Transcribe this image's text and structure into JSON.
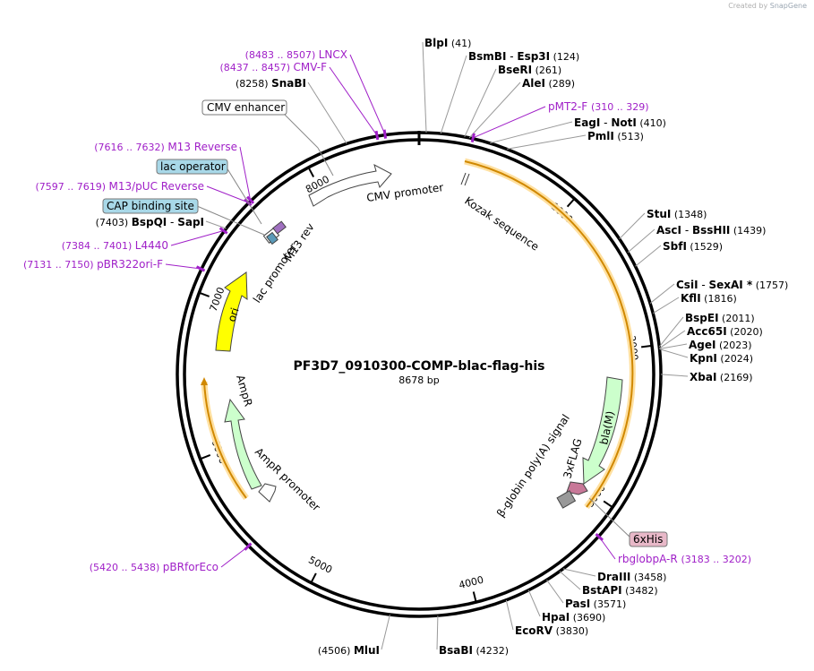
{
  "credit": {
    "prefix": "Created by",
    "brand": "SnapGene"
  },
  "plasmid": {
    "name": "PF3D7_0910300-COMP-blac-flag-his",
    "length_label": "8678 bp"
  },
  "colors": {
    "primer": "#a020c8",
    "feature_outline": "#555555",
    "cmv": "#ffffff",
    "ori": "#ffff00",
    "ampr": "#ccffcc",
    "kozak": "#e8a000",
    "label_box_blue": "#a8d8e8",
    "his_box": "#e8b8c8"
  },
  "ticks": [
    {
      "bp": 1000,
      "label": "1000"
    },
    {
      "bp": 2000,
      "label": "2000"
    },
    {
      "bp": 3000,
      "label": "3000"
    },
    {
      "bp": 4000,
      "label": "4000"
    },
    {
      "bp": 5000,
      "label": "5000"
    },
    {
      "bp": 6000,
      "label": "6000"
    },
    {
      "bp": 7000,
      "label": "7000"
    },
    {
      "bp": 8000,
      "label": "8000"
    }
  ],
  "sites": [
    {
      "name": "BlpI",
      "pos": "(41)",
      "bp": 41
    },
    {
      "name": "BsmBI",
      "name2": "Esp3I",
      "pos": "(124)",
      "bp": 124
    },
    {
      "name": "BseRI",
      "pos": "(261)",
      "bp": 261
    },
    {
      "name": "AleI",
      "pos": "(289)",
      "bp": 289
    },
    {
      "name": "EagI",
      "name2": "NotI",
      "pos": "(410)",
      "bp": 410
    },
    {
      "name": "PmlI",
      "pos": "(513)",
      "bp": 513
    },
    {
      "name": "StuI",
      "pos": "(1348)",
      "bp": 1348
    },
    {
      "name": "AscI",
      "name2": "BssHII",
      "pos": "(1439)",
      "bp": 1439
    },
    {
      "name": "SbfI",
      "pos": "(1529)",
      "bp": 1529
    },
    {
      "name": "CsiI",
      "name2": "SexAI *",
      "pos": "(1757)",
      "bp": 1757
    },
    {
      "name": "KflI",
      "pos": "(1816)",
      "bp": 1816
    },
    {
      "name": "BspEI",
      "pos": "(2011)",
      "bp": 2011
    },
    {
      "name": "Acc65I",
      "pos": "(2020)",
      "bp": 2020
    },
    {
      "name": "AgeI",
      "pos": "(2023)",
      "bp": 2023
    },
    {
      "name": "KpnI",
      "pos": "(2024)",
      "bp": 2024
    },
    {
      "name": "XbaI",
      "pos": "(2169)",
      "bp": 2169
    },
    {
      "name": "DraIII",
      "pos": "(3458)",
      "bp": 3458
    },
    {
      "name": "BstAPI",
      "pos": "(3482)",
      "bp": 3482
    },
    {
      "name": "PasI",
      "pos": "(3571)",
      "bp": 3571
    },
    {
      "name": "HpaI",
      "pos": "(3690)",
      "bp": 3690
    },
    {
      "name": "EcoRV",
      "pos": "(3830)",
      "bp": 3830
    },
    {
      "name": "BsaBI",
      "pos": "(4232)",
      "bp": 4232
    },
    {
      "name": "MluI",
      "pos": "(4506)",
      "bp": 4506
    },
    {
      "name": "BspQI",
      "name2": "SapI",
      "pos": "(7403)",
      "bp": 7403
    },
    {
      "name": "SnaBI",
      "pos": "(8258)",
      "bp": 8258
    }
  ],
  "primers": [
    {
      "name": "LNCX",
      "range": "(8483 .. 8507)",
      "bp": 8483
    },
    {
      "name": "CMV-F",
      "range": "(8437 .. 8457)",
      "bp": 8437
    },
    {
      "name": "pMT2-F",
      "range": "(310 .. 329)",
      "bp": 310
    },
    {
      "name": "M13 Reverse",
      "range": "(7616 .. 7632)",
      "bp": 7616
    },
    {
      "name": "M13/pUC Reverse",
      "range": "(7597 .. 7619)",
      "bp": 7597
    },
    {
      "name": "L4440",
      "range": "(7384 .. 7401)",
      "bp": 7384
    },
    {
      "name": "pBR322ori-F",
      "range": "(7131 .. 7150)",
      "bp": 7131
    },
    {
      "name": "rbglobpA-R",
      "range": "(3183 .. 3202)",
      "bp": 3183
    },
    {
      "name": "pBRforEco",
      "range": "(5420 .. 5438)",
      "bp": 5420
    }
  ],
  "boxed_labels": [
    {
      "text": "CMV enhancer",
      "style": "plain"
    },
    {
      "text": "lac operator",
      "style": "blue"
    },
    {
      "text": "CAP binding site",
      "style": "blue"
    },
    {
      "text": "6xHis",
      "style": "pink"
    }
  ],
  "features": {
    "cmv_promoter": "CMV promoter",
    "kozak": "Kozak sequence",
    "bla": "bla(M)",
    "flag": "3xFLAG",
    "bglobin": "β-globin poly(A) signal",
    "ampr": "AmpR",
    "ampr_promoter": "AmpR promoter",
    "ori": "ori",
    "lac_promoter": "lac promoter",
    "m13rev": "M13 rev"
  }
}
